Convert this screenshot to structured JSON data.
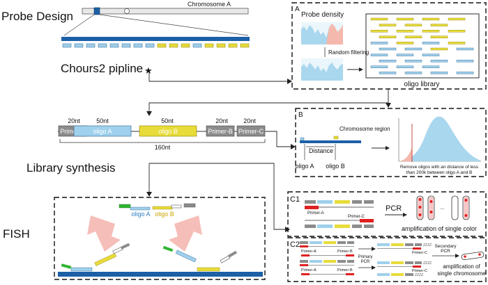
{
  "sections": {
    "probe_design": "Probe Design",
    "chours2": "Chours2 pipline",
    "library_synthesis": "Library synthesis",
    "fish": "FISH"
  },
  "chromosome_label": "Chromosome A",
  "construct": {
    "widths": [
      "20nt",
      "50nt",
      "50nt",
      "20nt",
      "20nt"
    ],
    "segments": [
      "Primer-A",
      "oligo A",
      "oligo B",
      "Primer-B",
      "Primer-C"
    ],
    "total": "160nt"
  },
  "panel_a": {
    "letter": "A",
    "title": "Probe density",
    "filter_label": "Random filtering",
    "library_label": "oligo library"
  },
  "panel_b": {
    "letter": "B",
    "region_label": "Chromosome region",
    "distance_label": "Distance",
    "oligo_a": "oligo A",
    "oligo_b": "oligo B",
    "note_line1": "Remove oligos with an distance of less",
    "note_line2": "than 200k between oligo A and B"
  },
  "panel_c1": {
    "letter": "C1",
    "primer_a": "Primer-A",
    "primer_c": "Primer-C",
    "pcr": "PCR",
    "result": "amplification of single color"
  },
  "panel_c2": {
    "letter": "C2",
    "primer_a": "Primer-A",
    "primer_b": "Primer-B",
    "primer_c": "Primer-C",
    "primary_pcr_1": "Primary",
    "primary_pcr_2": "PCR",
    "secondary_pcr_1": "Secondary",
    "secondary_pcr_2": "PCR",
    "result_1": "amplification of",
    "result_2": "single chromosome"
  },
  "fish": {
    "oligo_a": "oligo A",
    "oligo_b": "oligo B"
  },
  "colors": {
    "blue_dark": "#1d5fa6",
    "blue_light": "#9fd0ec",
    "yellow": "#e8dc3a",
    "gray": "#8c8c8c",
    "red": "#e02020",
    "green": "#2fb52f",
    "pink": "#f4b3ab"
  }
}
